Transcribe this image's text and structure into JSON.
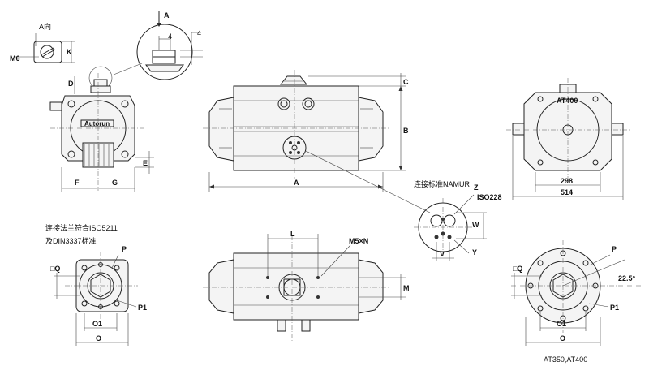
{
  "front_view": {
    "a_direction_label": "A向",
    "m6_label": "M6",
    "k_label": "K",
    "d_label": "D",
    "e_label": "E",
    "f_label": "F",
    "g_label": "G",
    "brand": "Autorun"
  },
  "detail": {
    "a_label": "A",
    "dim_4_left": "4",
    "dim_4_right": "4"
  },
  "side_view": {
    "a_label": "A",
    "b_label": "B",
    "c_label": "C"
  },
  "end_view": {
    "model_label": "AT400",
    "dim_298": "298",
    "dim_514": "514"
  },
  "namur": {
    "title": "连接标准NAMUR",
    "z_label": "Z",
    "iso_label": "ISO228",
    "w_label": "W",
    "v_label": "V",
    "y_label": "Y"
  },
  "flange_left": {
    "title_line1": "连接法兰符合ISO5211",
    "title_line2": "及DIN3337标准",
    "q_label": "□Q",
    "p_label": "P",
    "p1_label": "P1",
    "o1_label": "O1",
    "o_label": "O"
  },
  "bottom_view": {
    "l_label": "L",
    "m5n_label": "M5×N",
    "m_label": "M"
  },
  "flange_right": {
    "q_label": "□Q",
    "p_label": "P",
    "angle_label": "22.5°",
    "p1_label": "P1",
    "o1_label": "O1",
    "o_label": "O",
    "models_label": "AT350,AT400"
  }
}
